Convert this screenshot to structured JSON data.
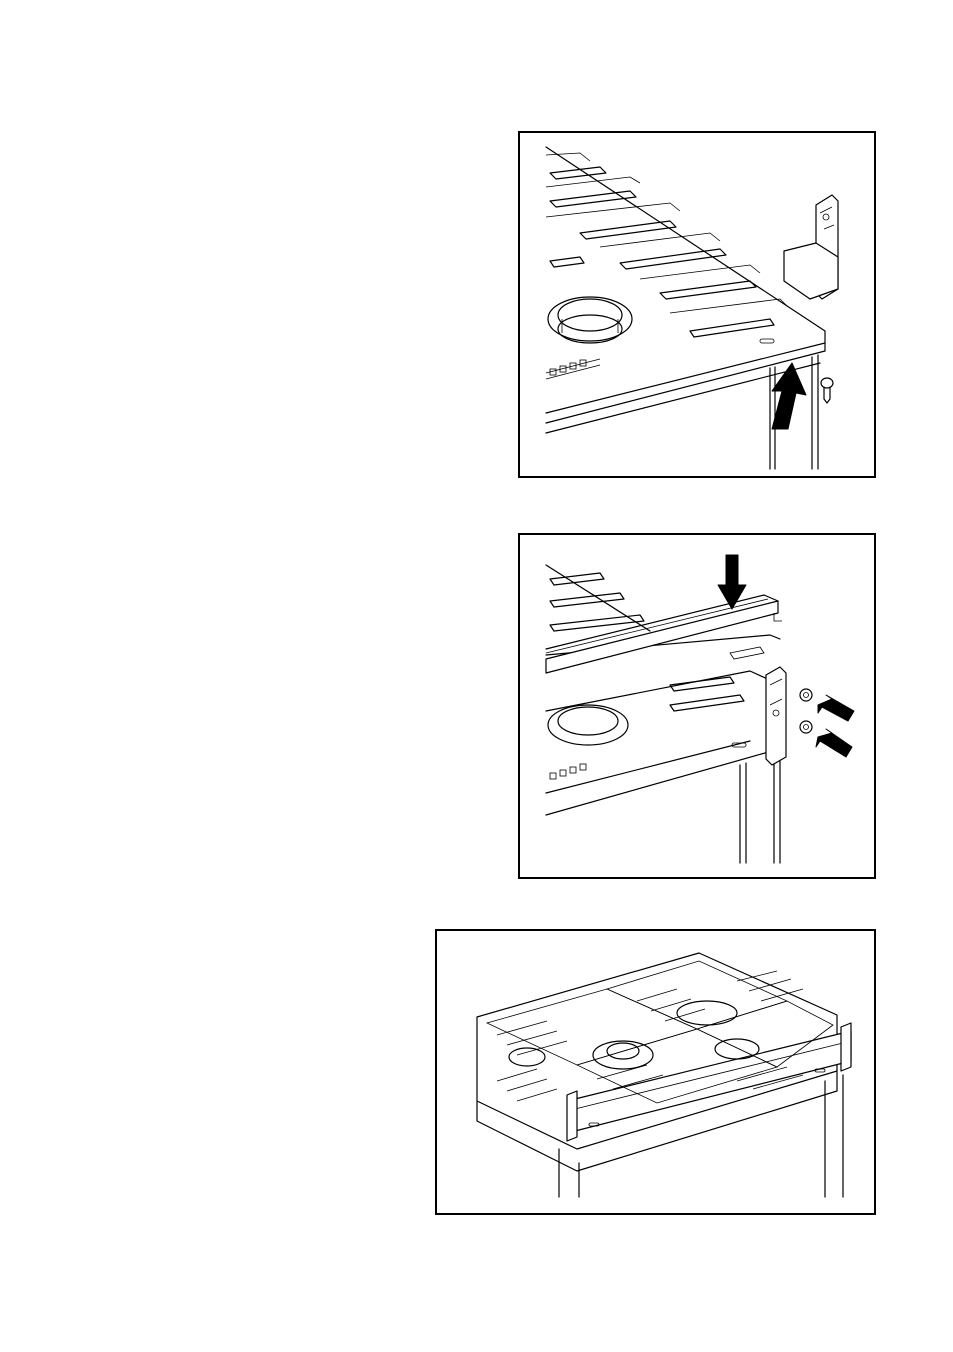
{
  "page": {
    "background": "#ffffff",
    "line_color": "#000000"
  },
  "figures": [
    {
      "id": "figure-1",
      "description_icon": "cooker-top-corner-with-bracket-and-screw-icon"
    },
    {
      "id": "figure-2",
      "description_icon": "cooker-top-rail-with-nuts-icon"
    },
    {
      "id": "figure-3",
      "description_icon": "cooker-hob-with-rail-assembled-icon"
    }
  ]
}
